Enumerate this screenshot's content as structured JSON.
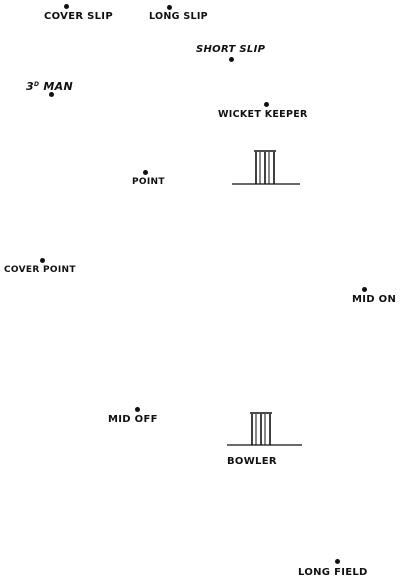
{
  "fielders": {
    "cover_slip": "COVER SLIP",
    "long_slip": "LONG SLIP",
    "short_slip": "SHORT SLIP",
    "third_man_numeral": "3",
    "third_man_suffix": "D",
    "third_man_word": "MAN",
    "wicket_keeper": "WICKET KEEPER",
    "point": "POINT",
    "cover_point": "COVER POINT",
    "mid_on": "MID ON",
    "mid_off": "MID OFF",
    "bowler": "BOWLER",
    "long_field": "LONG FIELD"
  }
}
